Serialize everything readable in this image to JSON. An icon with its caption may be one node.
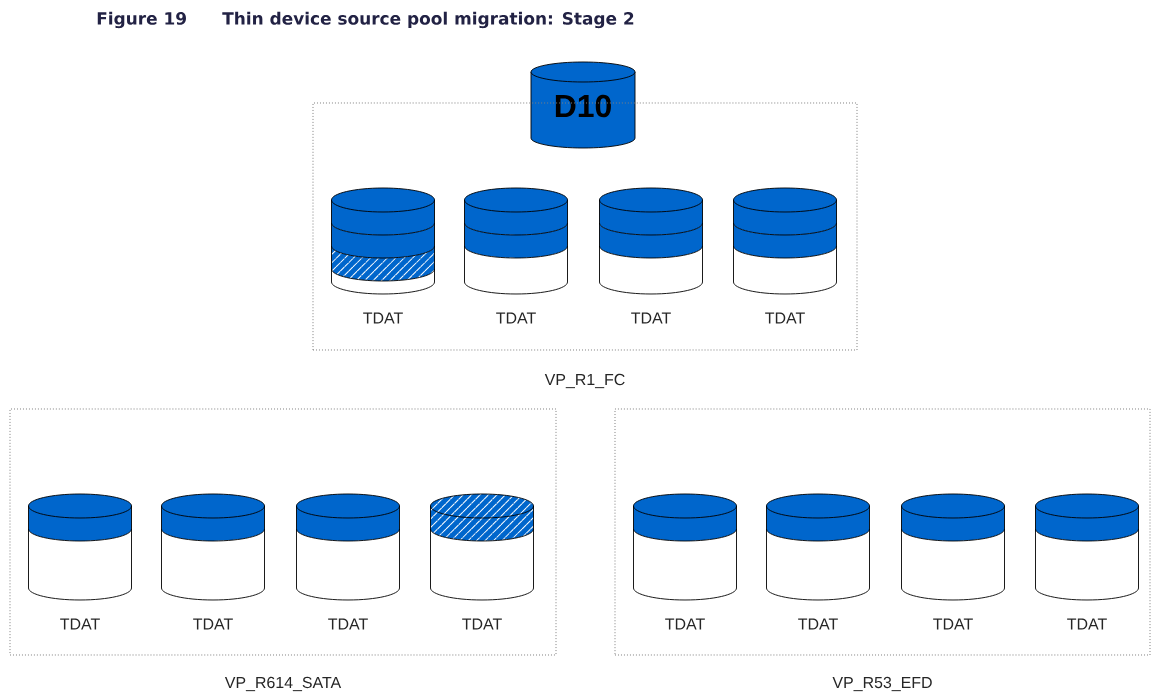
{
  "diagram": {
    "title": "Thin device source pool migration: Stage 2",
    "nodes": [
      {
        "text": [
          "D10"
        ]
      },
      {
        "text": [
          "VP_R1_FC"
        ]
      },
      {
        "text": [
          "TDAT"
        ],
        "in": 1
      },
      {
        "text": [
          "TDAT"
        ],
        "in": 1
      },
      {
        "text": [
          "TDAT"
        ],
        "in": 1
      },
      {
        "text": [
          "TDAT"
        ],
        "in": 1
      },
      {
        "text": [
          "VP_R614_SATA"
        ]
      },
      {
        "text": [
          "TDAT"
        ],
        "in": 6
      },
      {
        "text": [
          "TDAT"
        ],
        "in": 6
      },
      {
        "text": [
          "TDAT"
        ],
        "in": 6
      },
      {
        "text": [
          "TDAT"
        ],
        "in": 6
      },
      {
        "text": [
          "VP_R53_EFD"
        ]
      },
      {
        "text": [
          "TDAT"
        ],
        "in": 11
      },
      {
        "text": [
          "TDAT"
        ],
        "in": 11
      },
      {
        "text": [
          "TDAT"
        ],
        "in": 11
      },
      {
        "text": [
          "TDAT"
        ],
        "in": 11
      }
    ],
    "labels": [
      "Figure 19"
    ]
  }
}
